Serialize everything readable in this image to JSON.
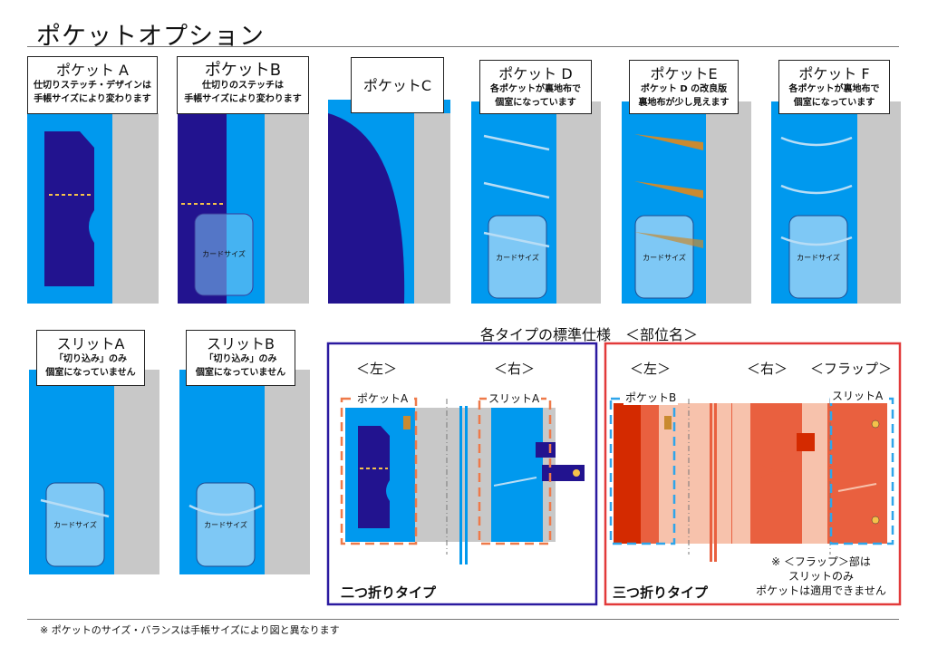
{
  "title": "ポケットオプション",
  "pockets": [
    {
      "name": "ポケット A",
      "desc": [
        "仕切りステッチ・デザインは",
        "手帳サイズにより変わります"
      ]
    },
    {
      "name": "ポケットB",
      "desc": [
        "仕切りのステッチは",
        "手帳サイズにより変わります"
      ]
    },
    {
      "name": "ポケットC",
      "desc": []
    },
    {
      "name": "ポケット D",
      "desc": [
        "各ポケットが裏地布で",
        "個室になっています"
      ]
    },
    {
      "name": "ポケットE",
      "desc": [
        "ポケット D の改良版",
        "裏地布が少し見えます"
      ]
    },
    {
      "name": "ポケット F",
      "desc": [
        "各ポケットが裏地布で",
        "個室になっています"
      ]
    }
  ],
  "slits": [
    {
      "name": "スリットA",
      "desc": [
        "「切り込み」のみ",
        "個室になっていません"
      ]
    },
    {
      "name": "スリットB",
      "desc": [
        "「切り込み」のみ",
        "個室になっていません"
      ]
    }
  ],
  "card_label": "カードサイズ",
  "standard": {
    "heading": "各タイプの標準仕様　＜部位名＞",
    "bifold": {
      "left": "＜左＞",
      "right": "＜右＞",
      "pocket_label": "ポケットA",
      "slit_label": "スリットA",
      "type_label": "二つ折りタイプ"
    },
    "trifold": {
      "left": "＜左＞",
      "right": "＜右＞",
      "flap": "＜フラップ＞",
      "pocket_label": "ポケットB",
      "slit_label": "スリットA",
      "type_label": "三つ折りタイプ",
      "note": [
        "※ ＜フラップ＞部は",
        "スリットのみ",
        "ポケットは適用できません"
      ]
    }
  },
  "footnote": "※ ポケットのサイズ・バランスは手帳サイズにより図と異なります",
  "colors": {
    "blue": "#0099ee",
    "navy": "#22138f",
    "gray": "#c8c8c8",
    "light_blue": "#7ec8f5",
    "red_dark": "#d42a00",
    "red": "#e9603f",
    "salmon": "#f7c2ac",
    "orange_dash": "#ee7a4a",
    "frame_blue": "#2b1aa0",
    "frame_red": "#e23a3a"
  }
}
